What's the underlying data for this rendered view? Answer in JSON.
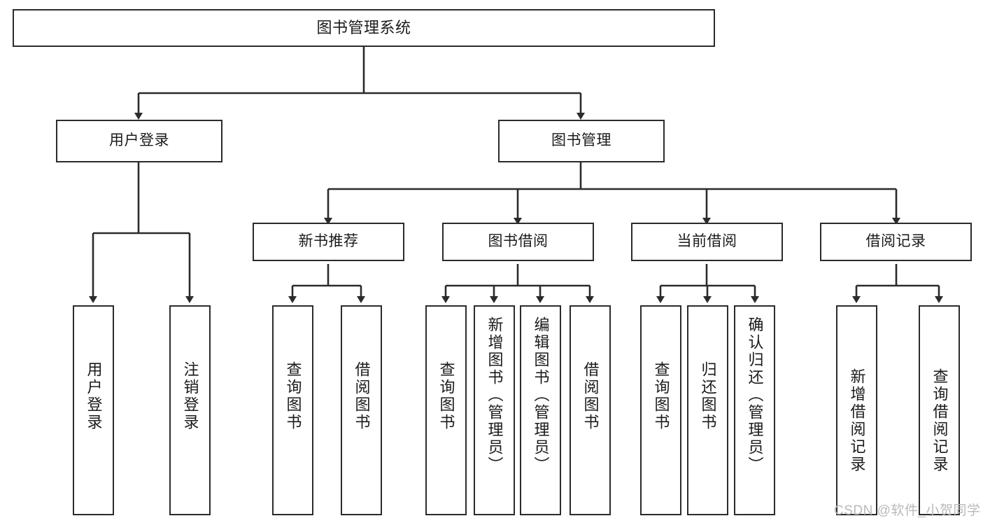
{
  "diagram": {
    "title": "图书管理系统",
    "type": "tree-hierarchy-diagram",
    "colors": {
      "box_border": "#2b2b2b",
      "box_fill": "#ffffff",
      "line": "#2b2b2b",
      "text": "#1b1b1b",
      "watermark": "#b9b9b9",
      "background": "#ffffff"
    },
    "root": {
      "label": "图书管理系统"
    },
    "level2": [
      {
        "label": "用户登录"
      },
      {
        "label": "图书管理"
      }
    ],
    "level3": [
      {
        "label": "新书推荐"
      },
      {
        "label": "图书借阅"
      },
      {
        "label": "当前借阅"
      },
      {
        "label": "借阅记录"
      }
    ],
    "leaves": {
      "user_login": [
        {
          "label": "用户登录"
        },
        {
          "label": "注销登录"
        }
      ],
      "new_book_recommend": [
        {
          "label": "查询图书"
        },
        {
          "label": "借阅图书"
        }
      ],
      "book_borrow": [
        {
          "label": "查询图书"
        },
        {
          "label": "新增图书（管理员）"
        },
        {
          "label": "编辑图书（管理员）"
        },
        {
          "label": "借阅图书"
        }
      ],
      "current_borrow": [
        {
          "label": "查询图书"
        },
        {
          "label": "归还图书"
        },
        {
          "label": "确认归还（管理员）"
        }
      ],
      "borrow_record": [
        {
          "label": "新增借阅记录"
        },
        {
          "label": "查询借阅记录"
        }
      ]
    },
    "watermark": "CSDN @软件_小贺同学"
  }
}
